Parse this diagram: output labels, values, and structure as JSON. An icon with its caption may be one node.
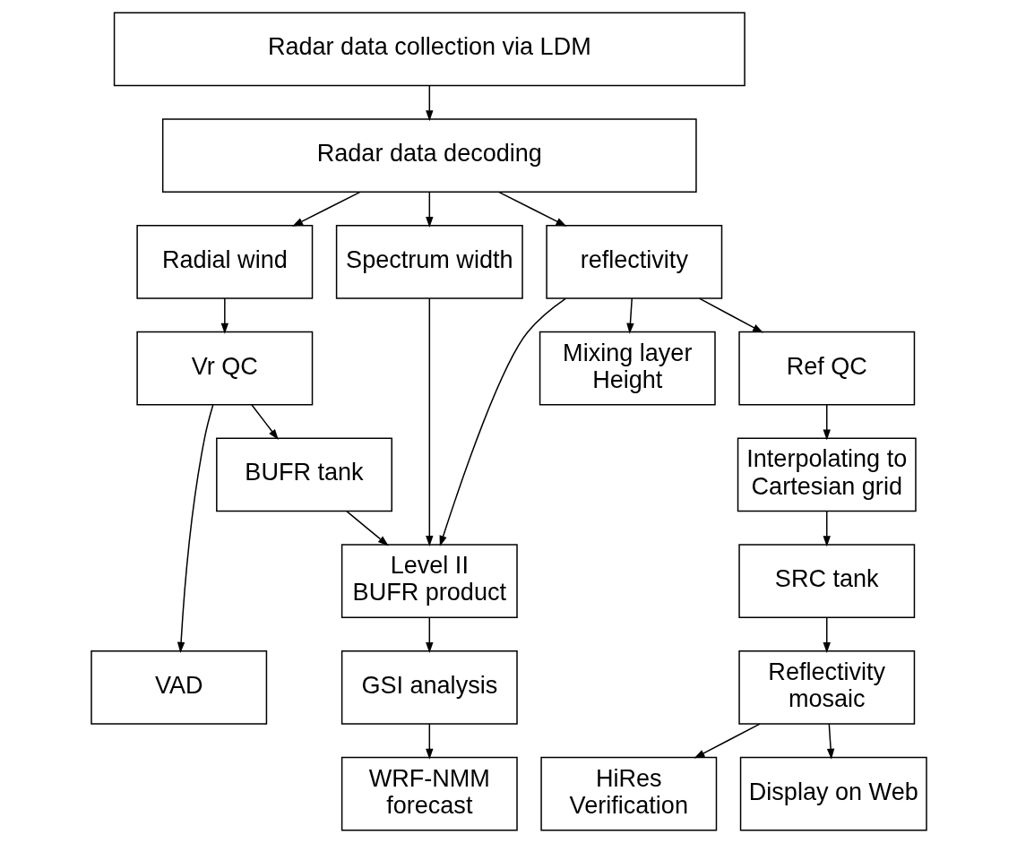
{
  "diagram": {
    "nodes": [
      {
        "text": [
          "Radar data collection via LDM"
        ]
      },
      {
        "text": [
          "Radar data decoding"
        ]
      },
      {
        "text": [
          "Spectrum width"
        ]
      },
      {
        "text": [
          "Radial wind"
        ]
      },
      {
        "text": [
          "reflectivity"
        ]
      },
      {
        "text": [
          "Mixing layer Height"
        ]
      },
      {
        "text": [
          "Vr QC"
        ]
      },
      {
        "text": [
          "Ref QC"
        ]
      },
      {
        "text": [
          "BUFR tank"
        ]
      },
      {
        "text": [
          "Interpolating to Cartesian grid"
        ]
      },
      {
        "text": [
          "Level II BUFR product"
        ]
      },
      {
        "text": [
          "SRC tank"
        ]
      },
      {
        "text": [
          "VAD"
        ]
      },
      {
        "text": [
          "GSI analysis"
        ]
      },
      {
        "text": [
          "Reflectivity mosaic"
        ]
      },
      {
        "text": [
          "WRF-NMM forecast"
        ]
      },
      {
        "text": [
          "Display on Web"
        ]
      },
      {
        "text": [
          "HiRes Verification"
        ]
      }
    ],
    "edges": [
      {
        "from": 0,
        "to": 1,
        "arrow": "to"
      },
      {
        "from": 1,
        "to": 2,
        "arrow": "to"
      },
      {
        "from": 1,
        "to": 3,
        "arrow": "to"
      },
      {
        "from": 1,
        "to": 4,
        "arrow": "to"
      },
      {
        "from": 4,
        "to": 5,
        "arrow": "to"
      },
      {
        "from": 3,
        "to": 6,
        "arrow": "to"
      },
      {
        "from": 4,
        "to": 7,
        "arrow": "to"
      },
      {
        "from": 4,
        "to": 10,
        "arrow": "to"
      },
      {
        "from": 6,
        "to": 12,
        "arrow": "to"
      },
      {
        "from": 6,
        "to": 8,
        "arrow": "to"
      },
      {
        "from": 7,
        "to": 9,
        "arrow": "to"
      },
      {
        "from": 2,
        "to": 10,
        "arrow": "to"
      },
      {
        "from": 8,
        "to": 10,
        "arrow": "to"
      },
      {
        "from": 9,
        "to": 11,
        "arrow": "to"
      },
      {
        "from": 10,
        "to": 13,
        "arrow": "to"
      },
      {
        "from": 11,
        "to": 14,
        "arrow": "to"
      },
      {
        "from": 13,
        "to": 15,
        "arrow": "to"
      },
      {
        "from": 14,
        "to": 16,
        "arrow": "to"
      },
      {
        "from": 14,
        "to": 17,
        "arrow": "to"
      }
    ]
  }
}
